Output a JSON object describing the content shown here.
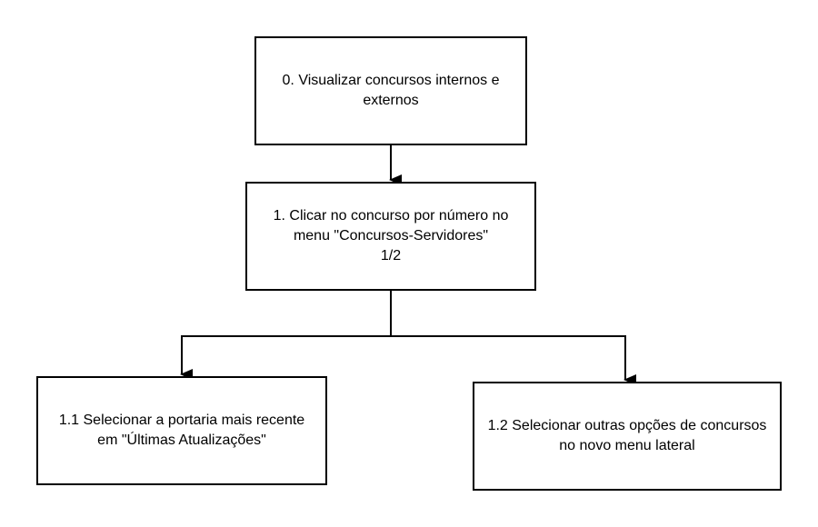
{
  "diagram": {
    "nodes": [
      {
        "id": "n0",
        "label": "0. Visualizar concursos internos e externos"
      },
      {
        "id": "n1",
        "label": "1. Clicar no concurso por número no menu \"Concursos-Servidores\"\n1/2"
      },
      {
        "id": "n2",
        "label": "1.1 Selecionar a portaria mais recente em \"Últimas Atualizações\""
      },
      {
        "id": "n3",
        "label": "1.2 Selecionar outras opções de concursos no novo menu lateral"
      }
    ],
    "edges": [
      {
        "from": "n0",
        "to": "n1"
      },
      {
        "from": "n1",
        "to": "n2"
      },
      {
        "from": "n1",
        "to": "n3"
      }
    ]
  }
}
